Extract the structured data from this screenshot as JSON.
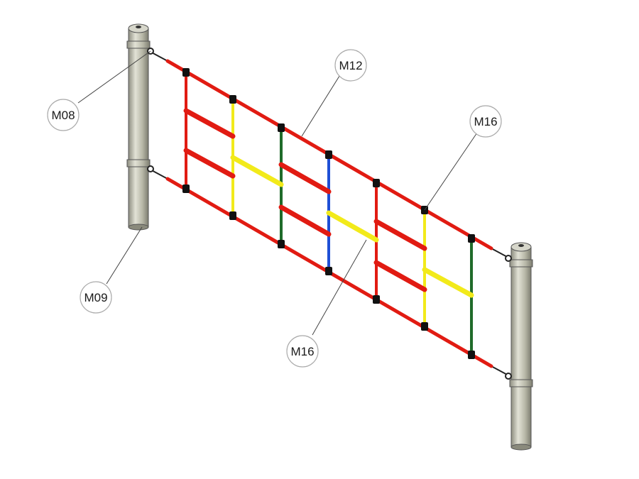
{
  "callouts": [
    {
      "id": "m12",
      "label": "M12"
    },
    {
      "id": "m08",
      "label": "M08"
    },
    {
      "id": "m16a",
      "label": "M16"
    },
    {
      "id": "m09",
      "label": "M09"
    },
    {
      "id": "m16b",
      "label": "M16"
    }
  ],
  "colors": {
    "rope_red": "#e11b12",
    "rope_yellow": "#f2ea1a",
    "rope_green": "#1f6b2a",
    "rope_blue": "#1f4fd6",
    "connector_black": "#111111",
    "post_gray": "#b8b8a6",
    "leader_line": "#444444"
  }
}
